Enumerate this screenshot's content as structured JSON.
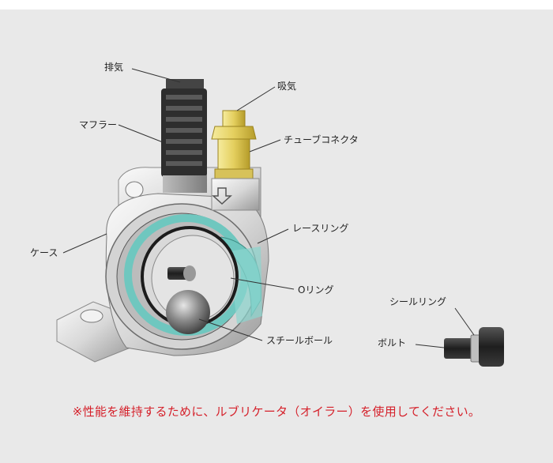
{
  "labels": {
    "exhaust": "排気",
    "intake": "吸気",
    "muffler": "マフラー",
    "tube_connector": "チューブコネクタ",
    "race_ring": "レースリング",
    "case": "ケース",
    "o_ring": "Oリング",
    "steel_ball": "スチールボール",
    "seal_ring": "シールリング",
    "bolt": "ボルト"
  },
  "note": "※性能を維持するために、ルブリケータ（オイラー）を使用してください。",
  "colors": {
    "background": "#e9e9e9",
    "note_red": "#d5202a",
    "brass": "#e8d46a",
    "teal_ring": "#6fc7bf"
  }
}
